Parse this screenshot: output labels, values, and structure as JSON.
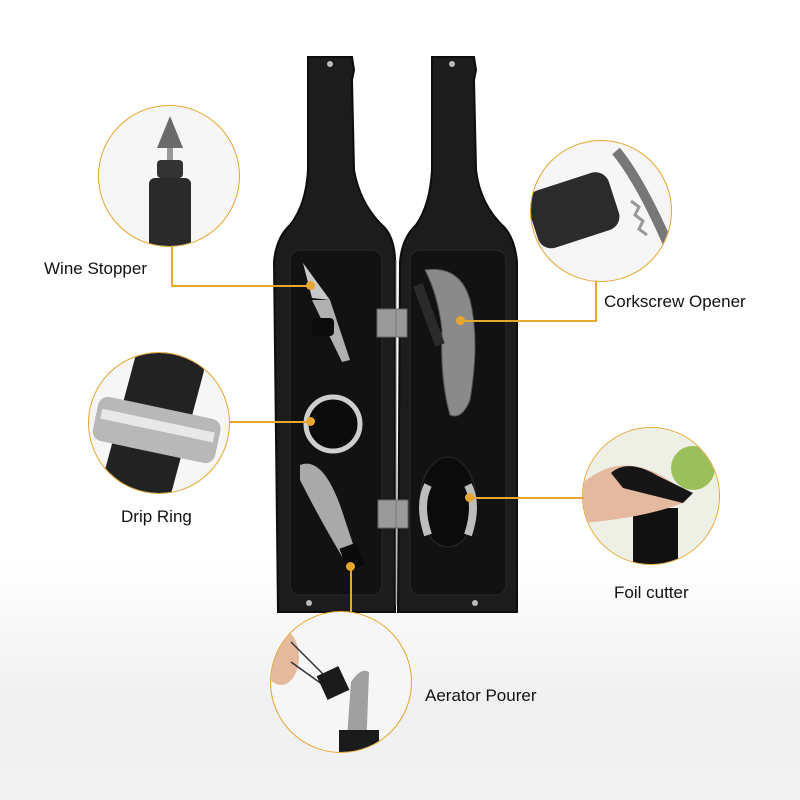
{
  "product": {
    "name": "Wine bottle shaped accessory case",
    "accent_color": "#e7a630",
    "case_color": "#1b1b1b"
  },
  "callouts": [
    {
      "id": "wine-stopper",
      "label": "Wine Stopper"
    },
    {
      "id": "corkscrew-opener",
      "label": "Corkscrew Opener"
    },
    {
      "id": "drip-ring",
      "label": "Drip Ring"
    },
    {
      "id": "foil-cutter",
      "label": "Foil cutter"
    },
    {
      "id": "aerator-pourer",
      "label": "Aerator Pourer"
    }
  ]
}
